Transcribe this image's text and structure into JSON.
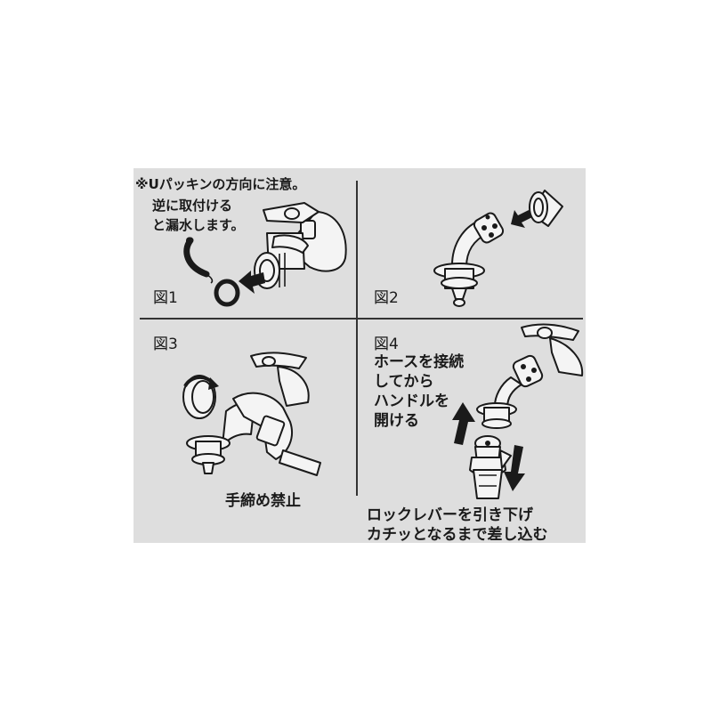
{
  "fig1": {
    "label": "図1",
    "note_lines": [
      "※Uパッキンの方向に注意。",
      "逆に取付ける",
      "と漏水します。"
    ]
  },
  "fig2": {
    "label": "図2"
  },
  "fig3": {
    "label": "図3",
    "caption": "手締め禁止"
  },
  "fig4": {
    "label": "図4",
    "instruction_lines": [
      "ホースを接続",
      "してから",
      "ハンドルを",
      "開ける"
    ],
    "caption_lines": [
      "ロックレバーを引き下げ",
      "カチッとなるまで差し込む"
    ]
  },
  "colors": {
    "panel": "#dedede",
    "ink": "#1a1a1a",
    "metal": "#f4f4f4"
  }
}
